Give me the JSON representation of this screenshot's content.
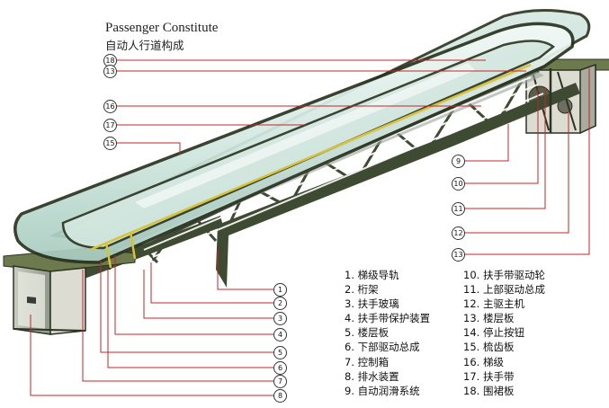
{
  "title": {
    "english": "Passenger Constitute",
    "chinese": "自动人行道构成"
  },
  "legend_left": [
    "1. 梯级导轨",
    "2. 桁架",
    "3. 扶手玻璃",
    "4. 扶手带保护装置",
    "5. 楼层板",
    "6. 下部驱动总成",
    "7. 控制箱",
    "8. 排水装置",
    "9. 自动润滑系统"
  ],
  "legend_right": [
    "10. 扶手带驱动轮",
    "11. 上部驱动总成",
    "12. 主驱主机",
    "13. 楼层板",
    "14. 停止按钮",
    "15. 梳齿板",
    "16. 梯级",
    "17. 扶手带",
    "18. 围裙板"
  ],
  "callouts": {
    "left_column": [
      "18",
      "13",
      "16",
      "17",
      "15"
    ],
    "lower_right_column": [
      "1",
      "2",
      "3",
      "4",
      "5",
      "6",
      "7",
      "8"
    ],
    "upper_right_column": [
      "9",
      "10",
      "11",
      "12",
      "13"
    ]
  },
  "colors": {
    "leader_line": "#c0262b",
    "truss": "#3f4a32",
    "truss_dark": "#2b3322",
    "glass_light": "#e8f3ef",
    "glass_mid": "#b9d8cf",
    "handrail": "#2a3320",
    "step_metal": "#9aa39a",
    "yellow_trim": "#d8c23a"
  }
}
